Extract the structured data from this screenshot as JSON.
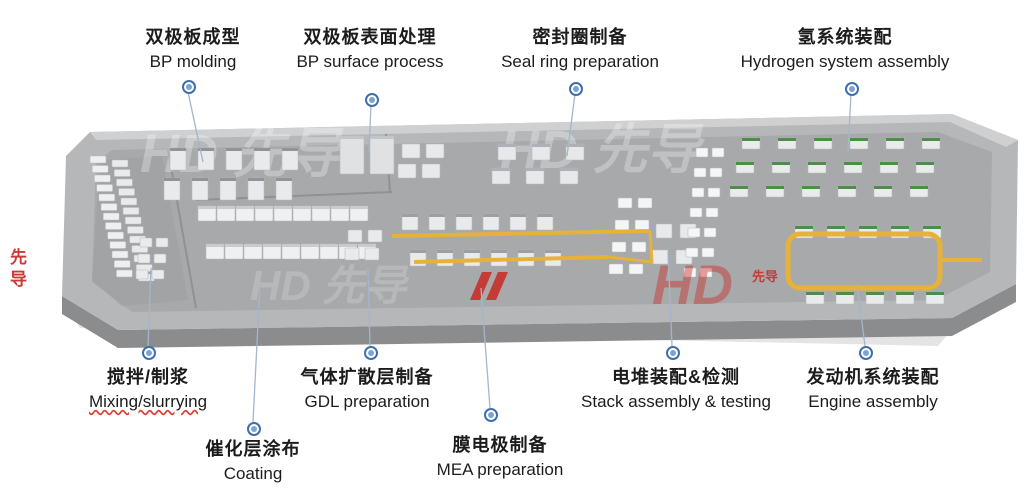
{
  "stations": {
    "bp_molding": {
      "zh": "双极板成型",
      "en": "BP molding"
    },
    "bp_surface": {
      "zh": "双极板表面处理",
      "en": "BP surface process"
    },
    "seal_ring": {
      "zh": "密封圈制备",
      "en": "Seal ring preparation"
    },
    "hydrogen": {
      "zh": "氢系统装配",
      "en": "Hydrogen system assembly"
    },
    "mixing": {
      "zh": "搅拌/制浆",
      "en": "Mixing/slurrying"
    },
    "gdl": {
      "zh": "气体扩散层制备",
      "en": "GDL preparation"
    },
    "coating": {
      "zh": "催化层涂布",
      "en": "Coating"
    },
    "mea": {
      "zh": "膜电极制备",
      "en": "MEA preparation"
    },
    "stack": {
      "zh": "电堆装配&检测",
      "en": "Stack assembly & testing"
    },
    "engine": {
      "zh": "发动机系统装配",
      "en": "Engine assembly"
    }
  },
  "watermark": {
    "full": "HD 先导",
    "cn": "先导",
    "en": "HD"
  },
  "colors": {
    "accent_blue": "#3d6fae",
    "conveyor_yellow": "#e6b23a",
    "floor_gray": "#b6b7b9",
    "watermark_red": "#c9312b",
    "machine_green": "#4e8c4a"
  }
}
